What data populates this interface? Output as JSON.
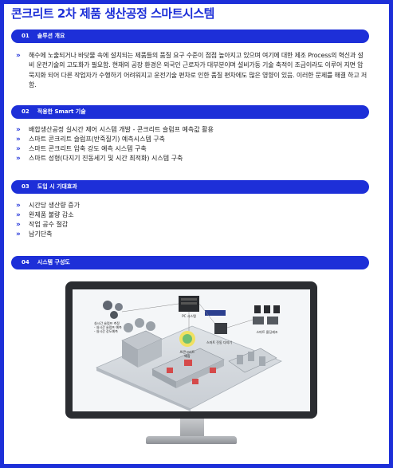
{
  "page": {
    "title": "콘크리트 2차 제품 생산공정 스마트시스템"
  },
  "sections": [
    {
      "num": "01",
      "title": "솔루션 개요",
      "paragraph": "해수에 노출되거나 바닷물 속에 설치되는 제품들의 품질 요구 수준이 점점 높아지고 있으며 여기에 대한 제조 Process의 혁신과 설비 운전기술의 고도화가 필요함. 현재의 공장 환경은 외국인 근로자가 대부분이며 설비가동 기술 축적이 조금이라도 이루어 지면 암묵지화 되어 다른 작업자가 수행하기 어려워지고 운전기술 편차로 인한 품질 편차에도 많은 영향이 있음. 이러한 문제를 해결 하고 저 함."
    },
    {
      "num": "02",
      "title": "적용한 Smart 기술",
      "items": [
        "배합생산공정 실시간 제어 시스템 개발 - 콘크리트 슬럼프 예측값 활용",
        "스마트 콘크리트 슬럼프(반죽질기) 예측시스템 구축",
        "스마트 콘크리트 압축 강도 예측 시스템 구축",
        "스마트 성형(다지기 진동세기 및 시간 최적화) 시스템 구축"
      ]
    },
    {
      "num": "03",
      "title": "도입 시 기대효과",
      "items": [
        "시간당 생산량 증가",
        "완제품 불량 감소",
        "작업 공수 절감",
        "납기단축"
      ]
    },
    {
      "num": "04",
      "title": "시스템 구성도"
    }
  ],
  "diagram": {
    "labels": {
      "pc": "PC 시스템",
      "realtime": "실시간 슬럼프 측정\n- 실시간 슬럼프 예측\n- 실시간 강도예측",
      "ai": "AI콘크리트\n배합",
      "vibrator": "스마트 진동 다지기",
      "mold": "스마트 몰딩제조"
    }
  },
  "colors": {
    "accent": "#1d2fd8",
    "text": "#222222"
  }
}
